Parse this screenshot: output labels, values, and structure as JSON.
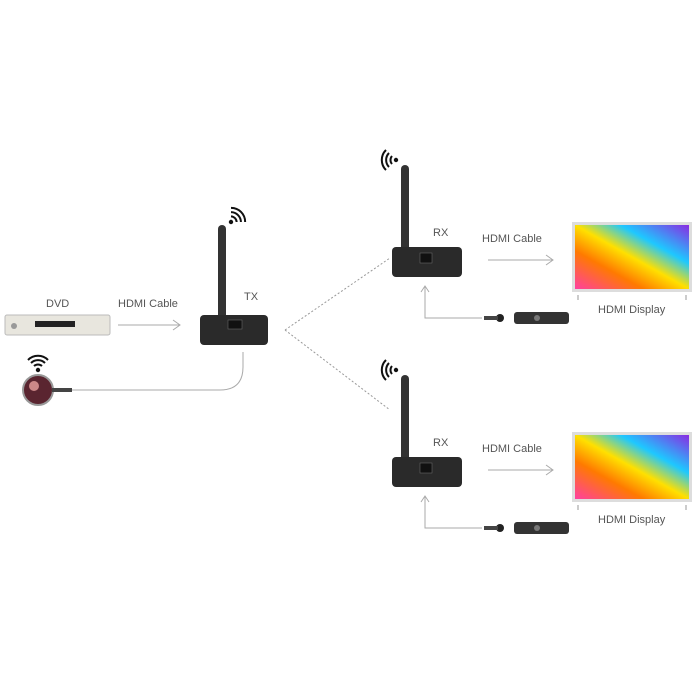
{
  "labels": {
    "dvd": "DVD",
    "tx": "TX",
    "rx1": "RX",
    "rx2": "RX",
    "cable_dvd_tx": "HDMI Cable",
    "cable_rx1": "HDMI Cable",
    "cable_rx2": "HDMI Cable",
    "display1": "HDMI Display",
    "display2": "HDMI Display"
  },
  "colors": {
    "device": "#2a2a2a",
    "line": "#aaaaaa",
    "text": "#555555"
  }
}
